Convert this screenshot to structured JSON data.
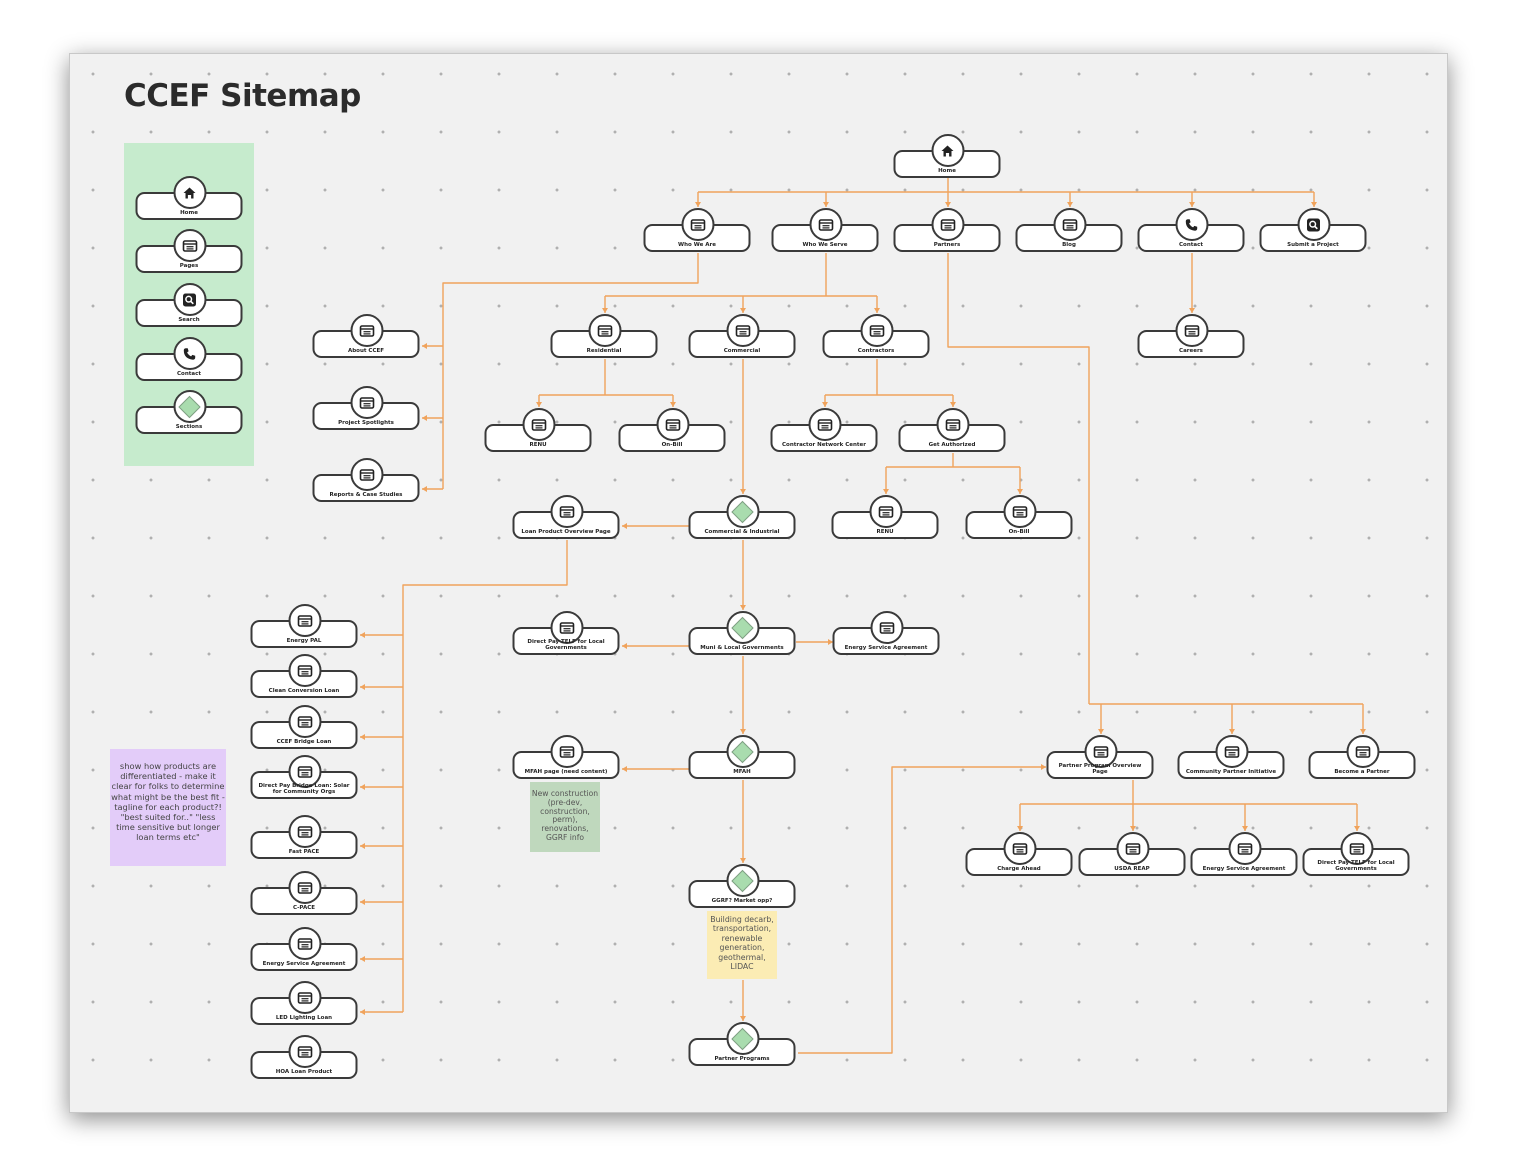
{
  "title": "CCEF Sitemap",
  "colors": {
    "connector": "#f0a35c",
    "legend_panel": "#c6ebcd",
    "section_diamond": "#a9dcae",
    "note_purple": "#e3ccf9",
    "note_green": "#bfd8bd",
    "note_yellow": "#fbecb4"
  },
  "legend": [
    {
      "icon": "home-icon",
      "label": "Home"
    },
    {
      "icon": "page-icon",
      "label": "Pages"
    },
    {
      "icon": "search-icon",
      "label": "Search"
    },
    {
      "icon": "phone-icon",
      "label": "Contact"
    },
    {
      "icon": "diamond-icon",
      "label": "Sections"
    }
  ],
  "nodes": {
    "home": {
      "label": "Home",
      "icon": "home-icon"
    },
    "who_we_are": {
      "label": "Who We Are",
      "icon": "page-icon"
    },
    "who_we_serve": {
      "label": "Who We Serve",
      "icon": "page-icon"
    },
    "partners": {
      "label": "Partners",
      "icon": "page-icon"
    },
    "blog": {
      "label": "Blog",
      "icon": "page-icon"
    },
    "contact": {
      "label": "Contact",
      "icon": "phone-icon"
    },
    "submit_project": {
      "label": "Submit a Project",
      "icon": "search-icon"
    },
    "careers": {
      "label": "Careers",
      "icon": "page-icon"
    },
    "about": {
      "label": "About CCEF",
      "icon": "page-icon"
    },
    "spotlights": {
      "label": "Project Spotlights",
      "icon": "page-icon"
    },
    "reports": {
      "label": "Reports & Case Studies",
      "icon": "page-icon"
    },
    "residential": {
      "label": "Residential",
      "icon": "page-icon"
    },
    "commercial": {
      "label": "Commercial",
      "icon": "page-icon"
    },
    "contractors": {
      "label": "Contractors",
      "icon": "page-icon"
    },
    "renu_res": {
      "label": "RENU",
      "icon": "page-icon"
    },
    "onbill_res": {
      "label": "On-Bill",
      "icon": "page-icon"
    },
    "cnc": {
      "label": "Contractor Network Center",
      "icon": "page-icon"
    },
    "get_auth": {
      "label": "Get Authorized",
      "icon": "page-icon"
    },
    "renu_auth": {
      "label": "RENU",
      "icon": "page-icon"
    },
    "onbill_auth": {
      "label": "On-Bill",
      "icon": "page-icon"
    },
    "loan_overview": {
      "label": "Loan Product Overview Page",
      "icon": "page-icon"
    },
    "comm_ind": {
      "label": "Commercial & Industrial",
      "icon": "diamond-icon"
    },
    "direct_pay_muni": {
      "label": "Direct Pay TELF for Local Governments",
      "icon": "page-icon"
    },
    "muni": {
      "label": "Muni & Local Governments",
      "icon": "diamond-icon"
    },
    "esa_muni": {
      "label": "Energy Service Agreement",
      "icon": "page-icon"
    },
    "mfah_page": {
      "label": "MFAH page (need content)",
      "icon": "page-icon"
    },
    "mfah": {
      "label": "MFAH",
      "icon": "diamond-icon"
    },
    "ggrf": {
      "label": "GGRF? Market opp?",
      "icon": "diamond-icon"
    },
    "partner_programs": {
      "label": "Partner Programs",
      "icon": "diamond-icon"
    },
    "energy_pal": {
      "label": "Energy PAL",
      "icon": "page-icon"
    },
    "clean_conversion": {
      "label": "Clean Conversion Loan",
      "icon": "page-icon"
    },
    "bridge_loan": {
      "label": "CCEF Bridge Loan",
      "icon": "page-icon"
    },
    "direct_pay_bridge": {
      "label": "Direct Pay Bridge Loan: Solar for Community Orgs",
      "icon": "page-icon"
    },
    "fast_pace": {
      "label": "Fast PACE",
      "icon": "page-icon"
    },
    "c_pace": {
      "label": "C-PACE",
      "icon": "page-icon"
    },
    "esa_loans": {
      "label": "Energy Service Agreement",
      "icon": "page-icon"
    },
    "led": {
      "label": "LED Lighting Loan",
      "icon": "page-icon"
    },
    "hoa": {
      "label": "HOA Loan Product",
      "icon": "page-icon"
    },
    "partner_overview": {
      "label": "Partner Program Overview Page",
      "icon": "page-icon"
    },
    "community_partner": {
      "label": "Community Partner Initiative",
      "icon": "page-icon"
    },
    "become_partner": {
      "label": "Become a Partner",
      "icon": "page-icon"
    },
    "charge_ahead": {
      "label": "Charge Ahead",
      "icon": "page-icon"
    },
    "usda_reap": {
      "label": "USDA REAP",
      "icon": "page-icon"
    },
    "esa_partner": {
      "label": "Energy Service Agreement",
      "icon": "page-icon"
    },
    "direct_pay_partner": {
      "label": "Direct Pay TELF for Local Governments",
      "icon": "page-icon"
    }
  },
  "notes": {
    "purple": "show how products are differentiated - make it clear for folks to determine what might be the best fit - tagline for each product?! \"best suited for..\" \"less time sensitive but longer loan terms etc\"",
    "green": "New construction (pre-dev, construction, perm), renovations, GGRF info",
    "yellow": "Building decarb, transportation, renewable generation, geothermal, LIDAC"
  }
}
